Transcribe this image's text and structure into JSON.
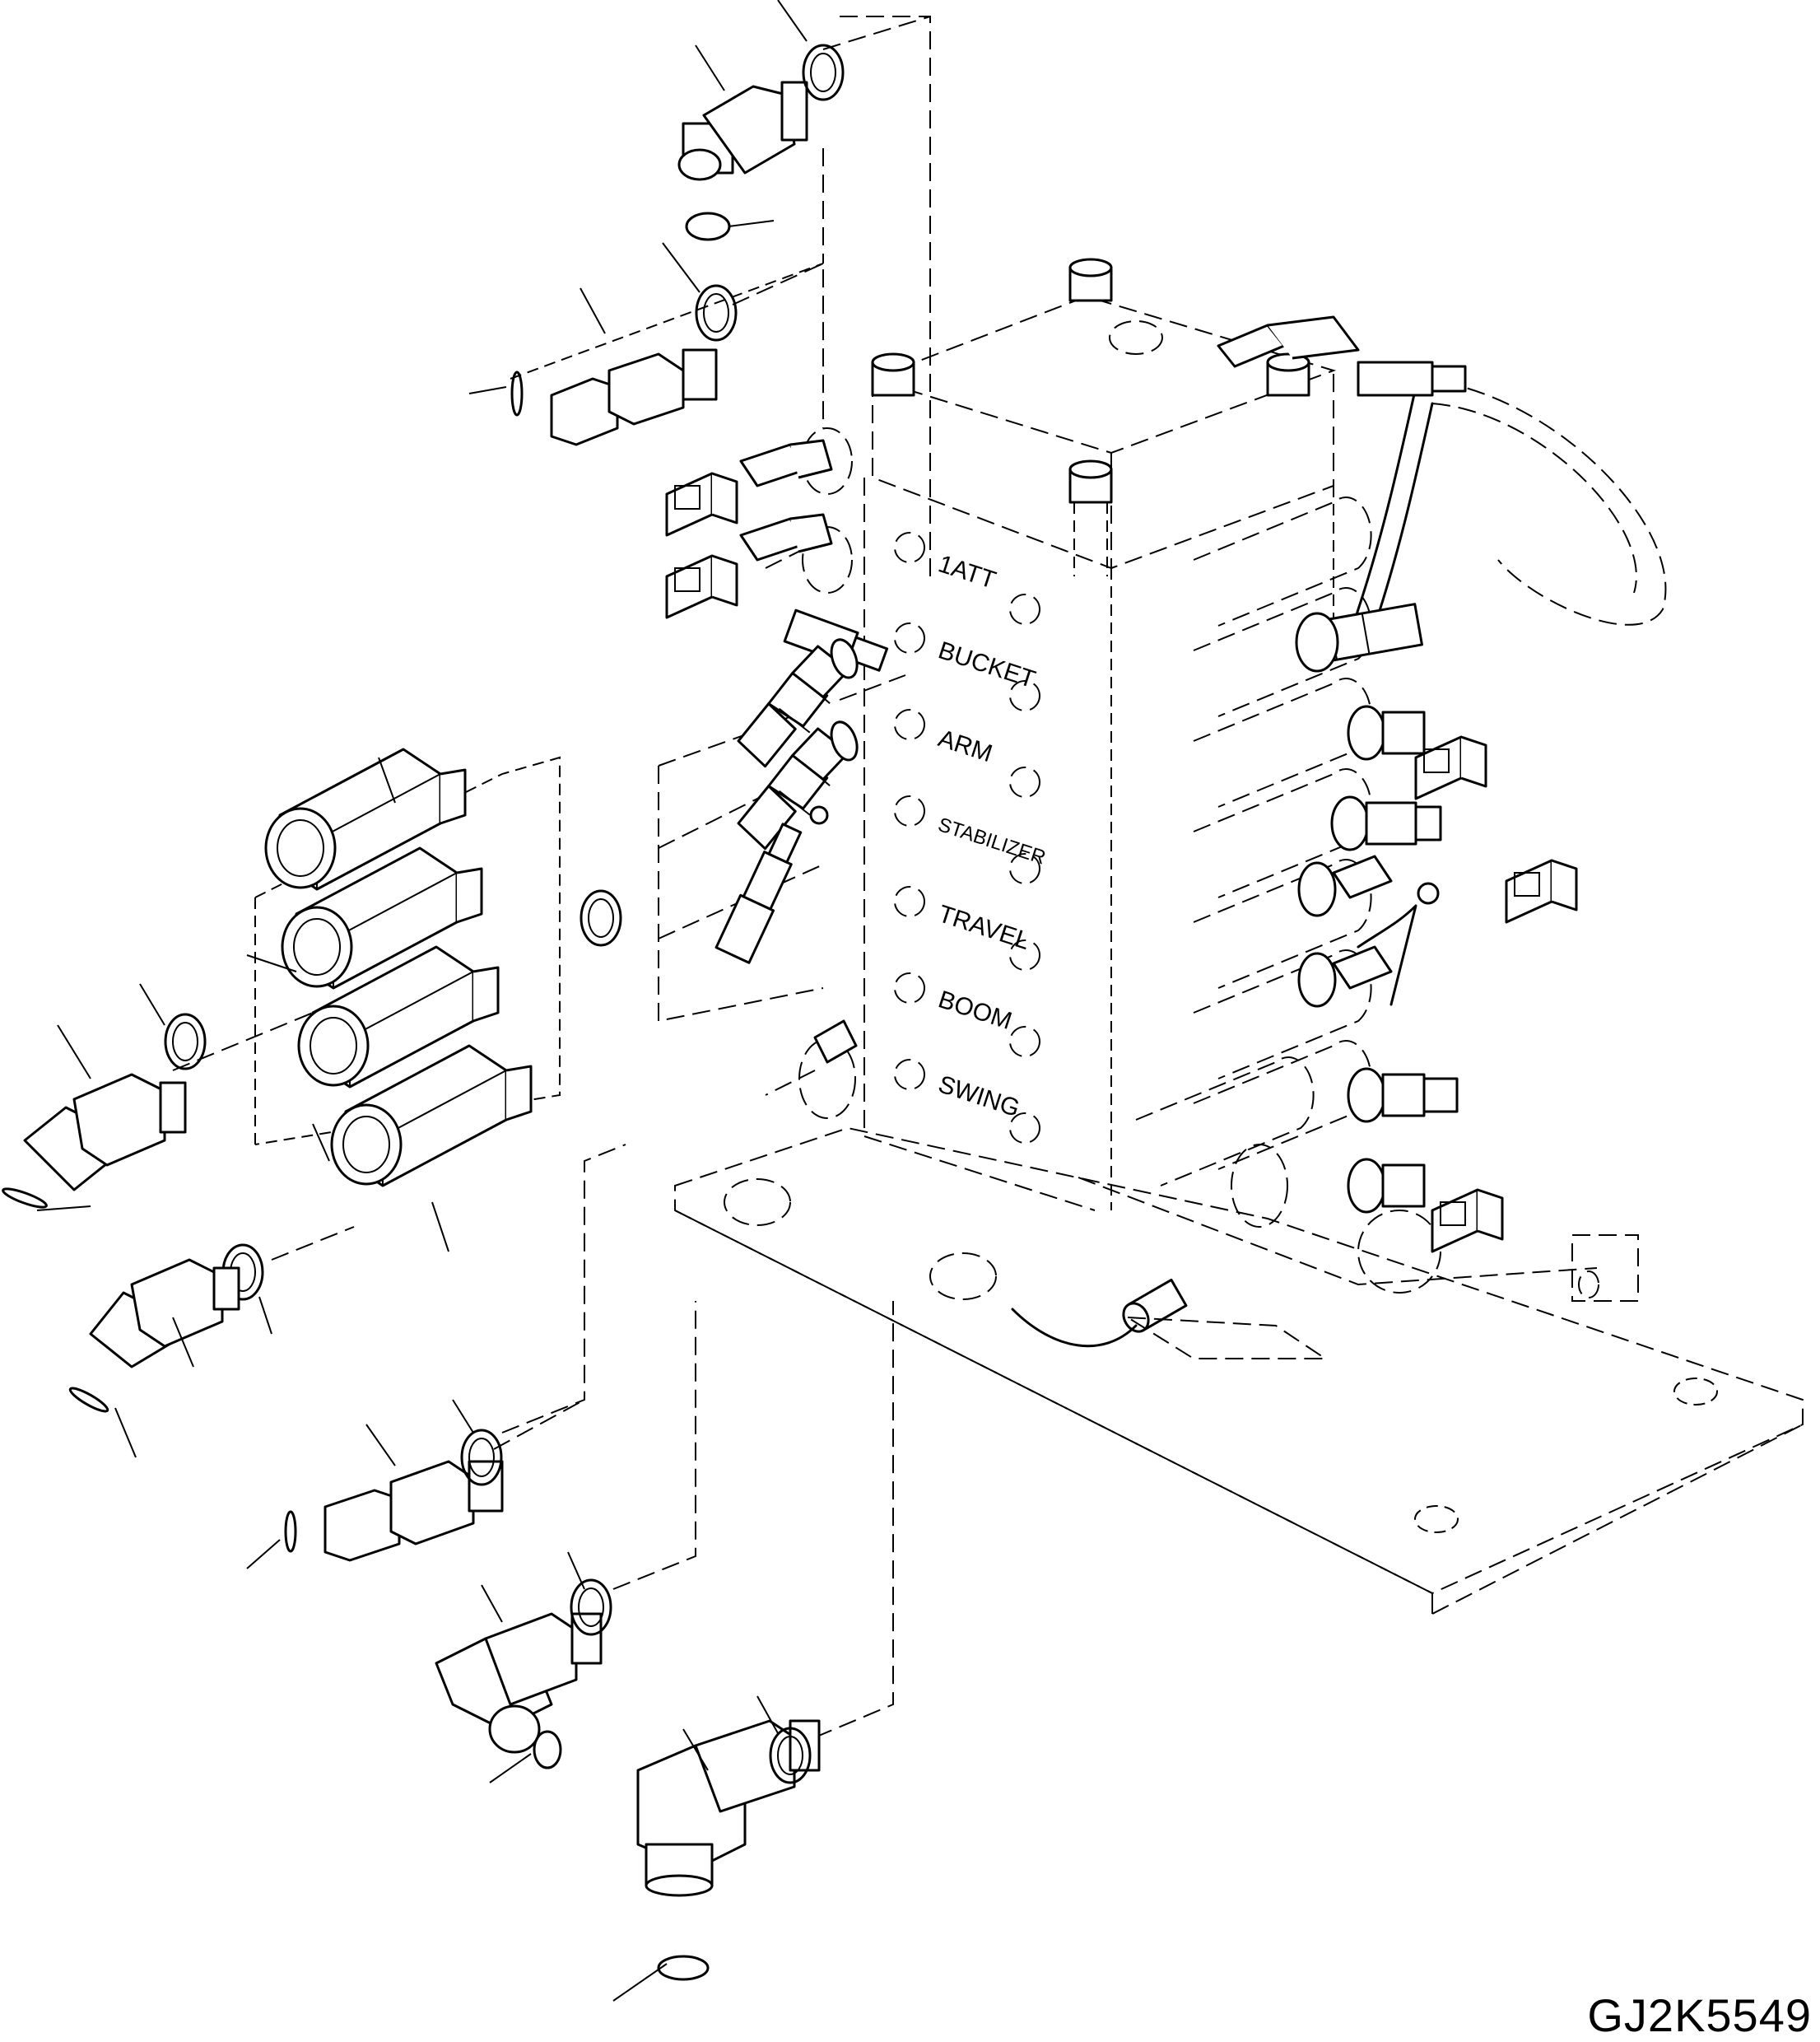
{
  "figure_code": "GJ2K5549",
  "section_labels": [
    "1ATT",
    "BUCKET",
    "ARM",
    "STABILIZER",
    "TRAVEL",
    "BOOM",
    "SWING"
  ]
}
